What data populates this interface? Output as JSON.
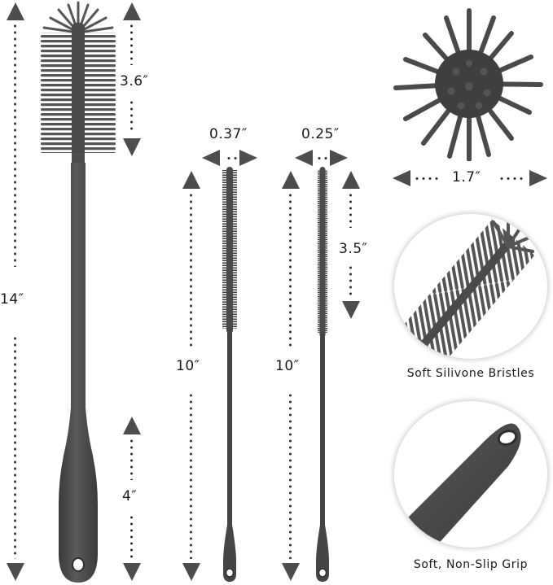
{
  "product": {
    "large_brush": {
      "total_length": "14″",
      "head_length": "3.6″",
      "handle_length": "4″"
    },
    "straw_brush_1": {
      "width": "0.37″",
      "length": "10″"
    },
    "straw_brush_2": {
      "width": "0.25″",
      "length": "10″",
      "bristle_length": "3.5″"
    },
    "top_view": {
      "diameter": "1.7″"
    },
    "features": [
      {
        "caption": "Soft Silivone Bristles"
      },
      {
        "caption": "Soft, Non-Slip Grip"
      }
    ]
  },
  "colors": {
    "brush": "#4d4d4d",
    "arrow": "#4d4d4d",
    "background": "#ffffff",
    "text": "#1a1a1a"
  }
}
